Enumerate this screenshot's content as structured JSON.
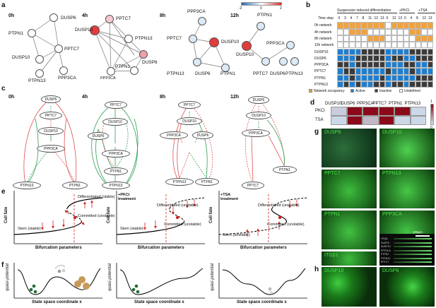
{
  "panels": {
    "a": "a",
    "b": "b",
    "c": "c",
    "d": "d",
    "e": "e",
    "f": "f",
    "g": "g",
    "h": "h"
  },
  "panel_a": {
    "times": [
      "0h",
      "4h",
      "8h",
      "12h"
    ],
    "net0": {
      "n1": "DUSP6",
      "n2": "PTPN1",
      "n3": "PPTC7",
      "n4": "DUSP10",
      "n5": "PTPN13",
      "n6": "PPP3CA"
    },
    "net4": {
      "n1": "PPTC7",
      "n2": "DUSP10",
      "n3": "PTPN13",
      "n4": "DUSP6",
      "n5": "PTPN1",
      "n6": "PPP3CA"
    },
    "net8": {
      "n1": "PPP3CA",
      "n2": "PPTC7",
      "n3": "DUSP10",
      "n4": "PTPN13",
      "n5": "DUSP6",
      "n6": "PTPN1"
    },
    "net12": {
      "n1": "PTPN1",
      "n2": "DUSP10",
      "n3": "PPP3CA",
      "n4": "PPTC7",
      "n5": "DUSP6",
      "n6": "PTPN13"
    },
    "scale": {
      "min": "-2",
      "mid": "0",
      "max": "2"
    }
  },
  "panel_b": {
    "header_groups": [
      "Suspension induced differentiation",
      "+PKCi",
      "+TSA"
    ],
    "time_label": "Time step",
    "time_steps": [
      "0",
      "3",
      "4",
      "7",
      "8",
      "11",
      "12",
      "13",
      "0",
      "12",
      "13",
      "0",
      "4",
      "8",
      "12",
      "13"
    ],
    "rows": [
      "0h network",
      "4h network",
      "8h network",
      "12h network",
      "DUSP10",
      "DUSP6",
      "PPP3CA",
      "PPTC7",
      "PTPN1",
      "PTPN13"
    ],
    "legend": [
      "Network occupancy",
      "Active",
      "Inactive",
      "Undefined"
    ],
    "colors": {
      "occupancy": "#f2a23a",
      "active": "#1e7fd0",
      "inactive": "#3b3b3b",
      "undefined": "#ffffff"
    },
    "grid": [
      "OOOOOOOOWOOOOOOO",
      "WWYYYWWWWWWWYYWW",
      "WWWWWYYYWWWWWYYY",
      "WWWWWWWWWWWWWWWW",
      "BBBBKKKKBBBBKKKK",
      "BBBKKKKKBKKBBKKK",
      "KKBKKKKKBBBKKBBK",
      "BKKBBBBBKBBBKBBB",
      "BBKBBBBKBBBBBKKK",
      "BKBKBBKKBKKBKKKK"
    ]
  },
  "panel_c": {
    "times": [
      "0h",
      "4h",
      "8h",
      "12h"
    ],
    "net0": [
      "DUSP6",
      "PPTC7",
      "DUSP10",
      "PPP3CA",
      "PTPN13",
      "PTPN1"
    ],
    "net4": [
      "PPTC7",
      "DUSP10",
      "DUSP6",
      "PPP3CA",
      "PTPN1",
      "PTPN13"
    ],
    "net8": [
      "PPTC7",
      "DUSP10",
      "PPP3CA",
      "DUSP6",
      "PTPN13",
      "PTPN1"
    ],
    "net12": [
      "DUSP6",
      "DUSP10",
      "PPP3CA",
      "PTPN1",
      "PPTC7"
    ]
  },
  "panel_d": {
    "cols": [
      "DUSP10",
      "DUSP6",
      "PPP3CA",
      "PPTC7",
      "PTPN1",
      "PTPN13"
    ],
    "rows": [
      "PKCi",
      "TSA"
    ],
    "values": [
      [
        0.1,
        1.0,
        1.0,
        1.0,
        1.0,
        0.05
      ],
      [
        0.05,
        1.0,
        0.2,
        1.0,
        0.05,
        0.05
      ]
    ],
    "scale": {
      "min": "0",
      "max": "1"
    }
  },
  "panel_e": {
    "plots": [
      {
        "treat": "",
        "diff": "Differentiated (stable)",
        "comm": "Committed (unstable)",
        "stem": "Stem (stable)"
      },
      {
        "treat": "+PKCi treatment",
        "diff": "Differentiated (unstable)",
        "comm": "Committed (unstable)",
        "stem": "Stem (stable)"
      },
      {
        "treat": "+TSA treatment",
        "diff": "Differentiated (unstable)",
        "comm": "Committed (unstable)",
        "stem": "Stem (unstable)"
      }
    ],
    "ylabel": "Cell fate",
    "xlabel": "Bifurcation parameters"
  },
  "panel_f": {
    "ylabel": "quasi-potential",
    "xlabel": "State space coordinate x"
  },
  "panel_g": {
    "tiles": [
      "DUSP6",
      "DUSP10",
      "PPTC7",
      "PTPN13",
      "PTPN1",
      "PPP3CA",
      "ITGβ1"
    ],
    "scalebar": "100μm",
    "legend": [
      "ITGβ1",
      "DUSP6",
      "DUSP10",
      "PPP3CA",
      "PTPN1",
      "PTPN13",
      "PPTC7"
    ]
  },
  "panel_h": {
    "tiles": [
      "DUSP10",
      "DUSP6"
    ]
  }
}
